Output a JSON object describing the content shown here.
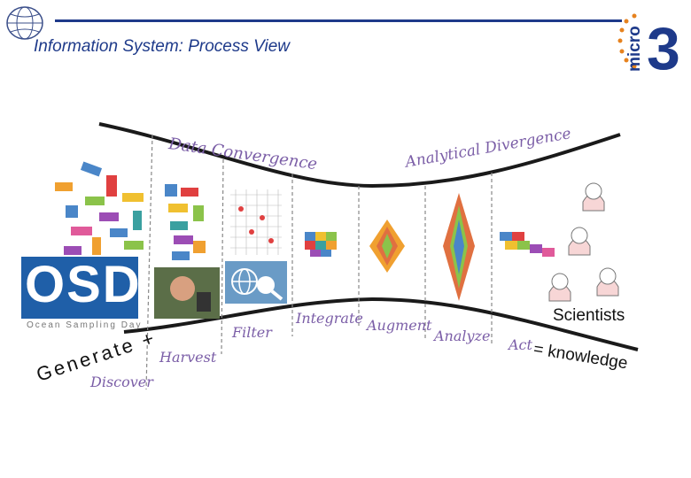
{
  "header": {
    "title": "Information System: Process View",
    "brand_text": "micro",
    "brand_number": "3"
  },
  "phases_top": {
    "convergence": "Data Convergence",
    "divergence": "Analytical Divergence"
  },
  "steps": {
    "discover": "Discover",
    "harvest": "Harvest",
    "filter": "Filter",
    "integrate": "Integrate",
    "augment": "Augment",
    "analyze": "Analyze",
    "act": "Act"
  },
  "osd": {
    "logo_text": "OSD",
    "subtitle": "Ocean Sampling Day"
  },
  "bottom_text": {
    "generate": "Generate +",
    "equation": "= knowledge",
    "scientists": "Scientists"
  },
  "colors": {
    "title": "#1e3a8a",
    "handwriting": "#7b5ea7",
    "funnel_line": "#1a1a1a",
    "osd_blue": "#1f5fa8",
    "brand_blue": "#1e3a8a",
    "star_orange": "#e6821e"
  }
}
